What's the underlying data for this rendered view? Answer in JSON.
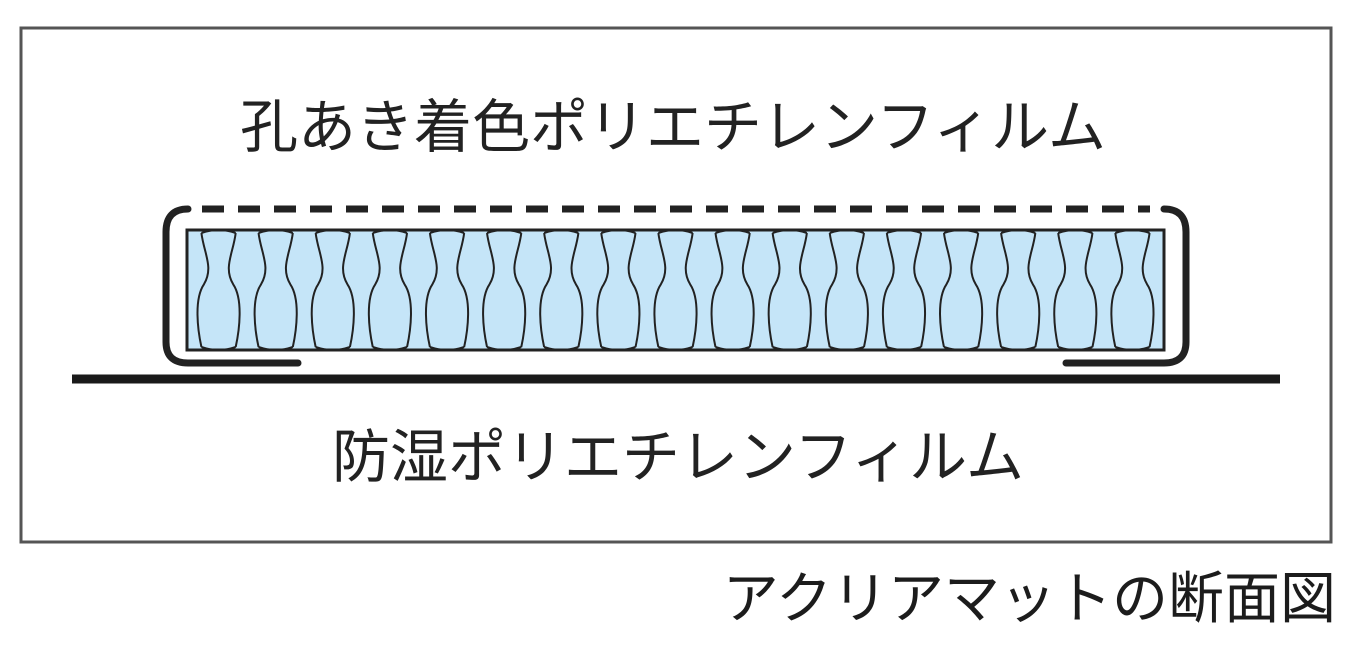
{
  "diagram": {
    "top_film_label": "孔あき着色ポリエチレンフィルム",
    "bottom_film_label": "防湿ポリエチレンフィルム",
    "caption": "アクリアマットの断面図",
    "colors": {
      "frame": "#555555",
      "film": "#222222",
      "insulation_fill": "#c5e5f8",
      "fiber_line": "#222222"
    },
    "fiber_count": 17
  }
}
